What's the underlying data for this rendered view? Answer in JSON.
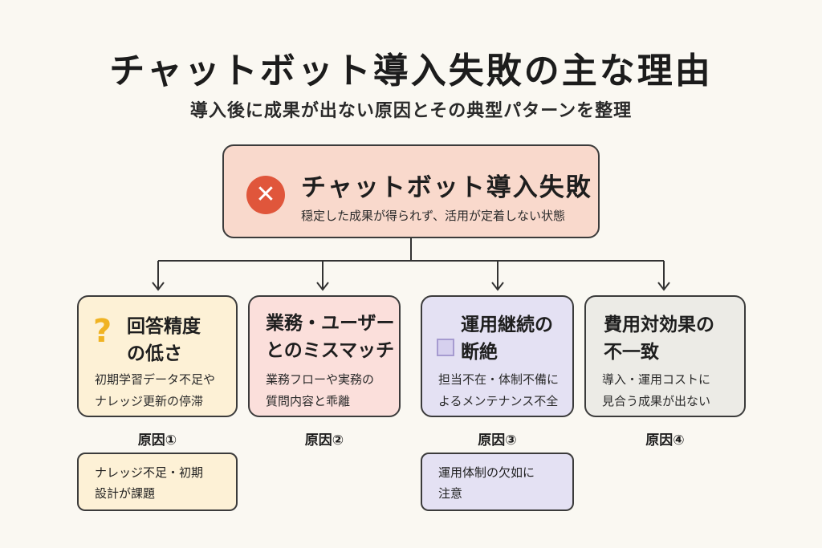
{
  "title": "チャットボット導入失敗の主な理由",
  "subtitle": "導入後に成果が出ない原因とその典型パターンを整理",
  "root": {
    "icon": "close-icon",
    "mark": "✕",
    "title": "チャットボット導入失敗",
    "description": "穏定した成果が得られず、活用が定着しない状態"
  },
  "causes": [
    {
      "title_lines": [
        "回答精度",
        "の低さ"
      ],
      "description_lines": [
        "初期学習データ不足や",
        "ナレッジ更新の停滞"
      ],
      "label": "原因①",
      "icon": "question-icon",
      "mark": "?",
      "sub_lines": [
        "ナレッジ不足・初期",
        "設計が課題"
      ]
    },
    {
      "title_lines": [
        "業務・ユーザー",
        "とのミスマッチ"
      ],
      "description_lines": [
        "業務フローや実務の",
        "質問内容と乖離"
      ],
      "label": "原因②"
    },
    {
      "title_lines": [
        "運用継続の",
        "断絶"
      ],
      "description_lines": [
        "担当不在・体制不備に",
        "よるメンテナンス不全"
      ],
      "label": "原因③",
      "icon": "square-icon",
      "sub_lines": [
        "運用体制の欠如に",
        "注意"
      ]
    },
    {
      "title_lines": [
        "費用対効果の",
        "不一致"
      ],
      "description_lines": [
        "導入・運用コストに",
        "見合う成果が出ない"
      ],
      "label": "原因④"
    }
  ],
  "colors": {
    "background": "#faf8f2",
    "root_fill": "#f9d9cc",
    "root_icon": "#e0563b",
    "cause1_fill": "#fdf1d6",
    "cause2_fill": "#fbdfdb",
    "cause3_fill": "#e4e1f3",
    "cause4_fill": "#ecebe6",
    "question_icon": "#f0b323",
    "outline": "#3b3b3b"
  }
}
